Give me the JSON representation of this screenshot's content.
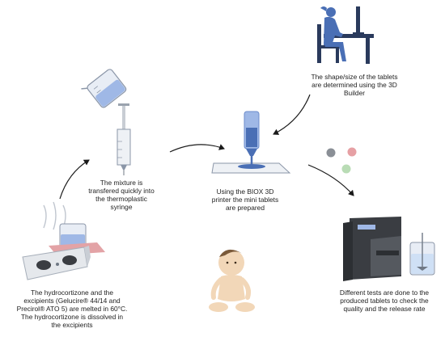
{
  "steps": {
    "desk": {
      "lines": [
        "The shape/size of the tablets",
        "are determined using the 3D",
        "Builder"
      ]
    },
    "syringe": {
      "lines": [
        "The mixture is",
        "transfered quickly into",
        "the thermoplastic",
        "syringe"
      ]
    },
    "printer": {
      "lines": [
        "Using the BIOX 3D",
        "printer the mini tablets",
        "are prepared"
      ]
    },
    "melt": {
      "lines": [
        "The hydrocortizone and the",
        "excipients (Gelucire® 44/14 and",
        "Precirol® ATO 5) are melted in 60°C.",
        "The hydrocortizone is dissolved in",
        "the excipients"
      ]
    },
    "tests": {
      "lines": [
        "Different tests are done to the",
        "produced tablets to check the",
        "quality and the release rate"
      ]
    }
  },
  "colors": {
    "blue": "#4a6fb5",
    "light_blue": "#9fb8e6",
    "dark_navy": "#2a3a5c",
    "arrow": "#1a1a1a",
    "machine_dark": "#3a3d42",
    "hotplate_plate": "#e3a3a6",
    "skin": "#f2d7b8"
  },
  "icons": [
    "person-at-desk-icon",
    "beaker-pouring-icon",
    "syringe-icon",
    "bioprinter-icon",
    "tablets-icon",
    "hotplate-stirrer-icon",
    "baby-icon",
    "dissolution-tester-icon"
  ]
}
